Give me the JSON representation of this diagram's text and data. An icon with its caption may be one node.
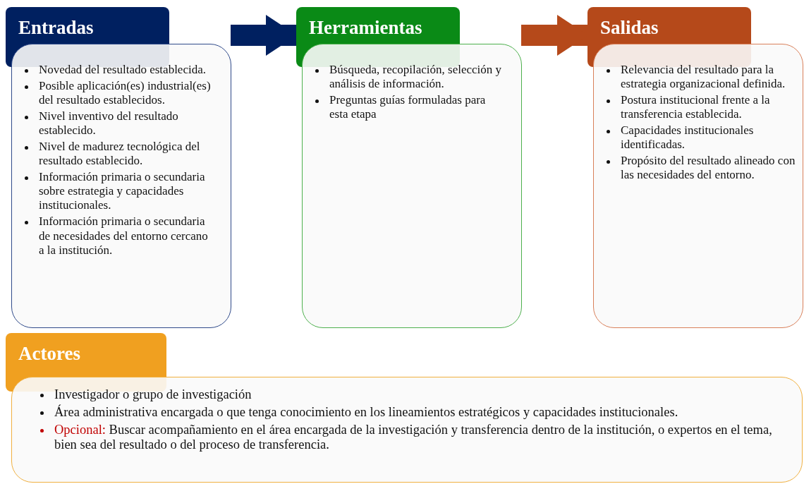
{
  "diagram": {
    "nodes": [
      {
        "text": [
          "Entradas",
          "Novedad del resultado establecida.",
          "Posible aplicación(es) industrial(es) del resultado establecidos.",
          "Nivel inventivo del resultado establecido.",
          "Nivel de madurez tecnológica del resultado establecido.",
          "Información primaria o secundaria sobre estrategia y capacidades institucionales.",
          "Información primaria o secundaria de necesidades del entorno cercano a la institución."
        ]
      },
      {
        "text": [
          "Herramientas",
          "Búsqueda, recopilación, selección y análisis de información.",
          "Preguntas guías formuladas para esta etapa"
        ]
      },
      {
        "text": [
          "Salidas",
          "Relevancia del resultado para la estrategia organizacional definida.",
          "Postura institucional frente a la transferencia establecida.",
          "Capacidades institucionales identificadas.",
          "Propósito del resultado alineado con las necesidades del entorno."
        ]
      },
      {
        "text": [
          "Actores",
          "Investigador o grupo de investigación",
          "Área administrativa encargada o que tenga conocimiento en los lineamientos estratégicos y capacidades institucionales.",
          "Opcional:",
          "Buscar acompañamiento en el área encargada de la investigación y transferencia dentro de la institución, o expertos en el tema, bien sea del resultado o del proceso de transferencia."
        ]
      }
    ],
    "edges": [
      {
        "from": 0,
        "to": 1,
        "arrow": "to",
        "color": "#002060"
      },
      {
        "from": 1,
        "to": 2,
        "arrow": "to",
        "color": "#b5491a"
      }
    ]
  }
}
